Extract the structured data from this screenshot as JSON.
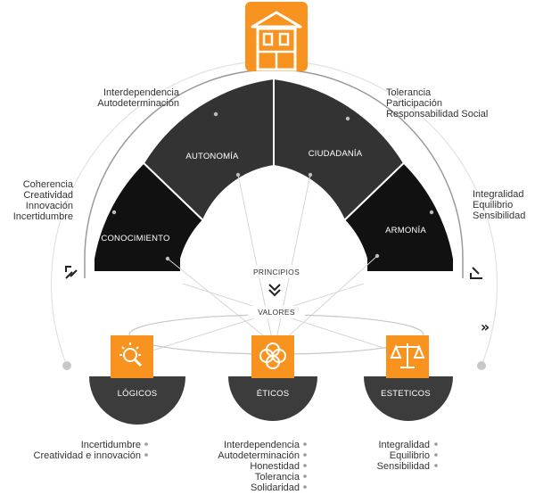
{
  "principles_label": "PRINCIPIOS",
  "values_label": "VALORES",
  "segments": [
    {
      "label": "CONOCIMIENTO"
    },
    {
      "label": "AUTONOMÍA"
    },
    {
      "label": "CIUDADANÍA"
    },
    {
      "label": "ARMONÍA"
    }
  ],
  "outer_labels": {
    "top_left": [
      "Interdependencia",
      "Autodeterminación"
    ],
    "top_right": [
      "Tolerancia",
      "Participación",
      "Responsabilidad Social"
    ],
    "left": [
      "Coherencia",
      "Creatividad",
      "Innovación",
      "Incertidumbre"
    ],
    "right": [
      "Integralidad",
      "Equilibrio",
      "Sensibilidad"
    ]
  },
  "value_groups": [
    {
      "label": "LÓGICOS",
      "icon": "bulb-magnifier-icon",
      "items": [
        "Incertidumbre",
        "Creatividad e innovación"
      ]
    },
    {
      "label": "ÉTICOS",
      "icon": "interlocking-rings-icon",
      "items": [
        "Interdependencia",
        "Autodeterminación",
        "Honestidad",
        "Tolerancia",
        "Solidaridad"
      ]
    },
    {
      "label": "ESTETICOS",
      "icon": "balance-scale-icon",
      "items": [
        "Integralidad",
        "Equilibrio",
        "Sensibilidad"
      ]
    }
  ],
  "colors": {
    "accent": "#f7931e",
    "segment_black": "#111111",
    "segment_dark": "#333333",
    "base_gray": "#3c3c3c",
    "line_gray": "#cfcfcf"
  }
}
